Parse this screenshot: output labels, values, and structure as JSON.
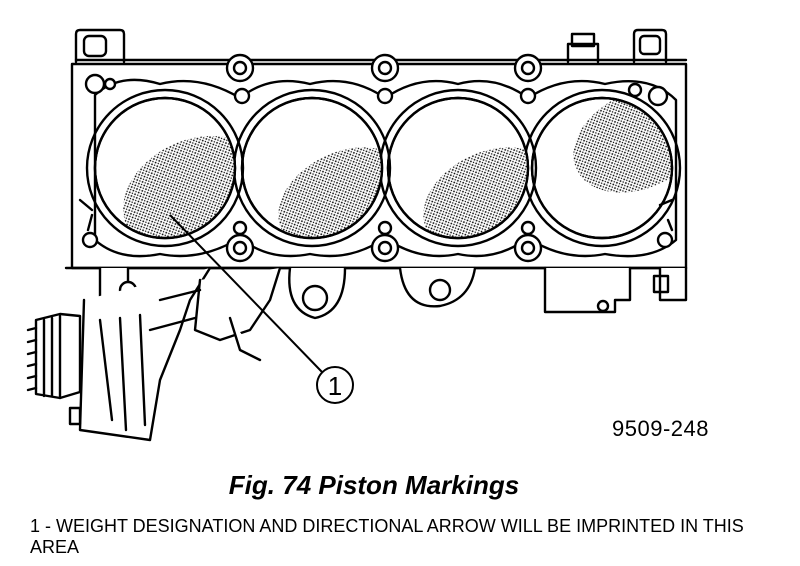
{
  "figure": {
    "callout_number": "1",
    "drawing_code": "9509-248"
  },
  "caption": "Fig. 74 Piston Markings",
  "legend": {
    "item_1": "1 - WEIGHT DESIGNATION AND DIRECTIONAL ARROW WILL BE IMPRINTED IN THIS AREA"
  }
}
